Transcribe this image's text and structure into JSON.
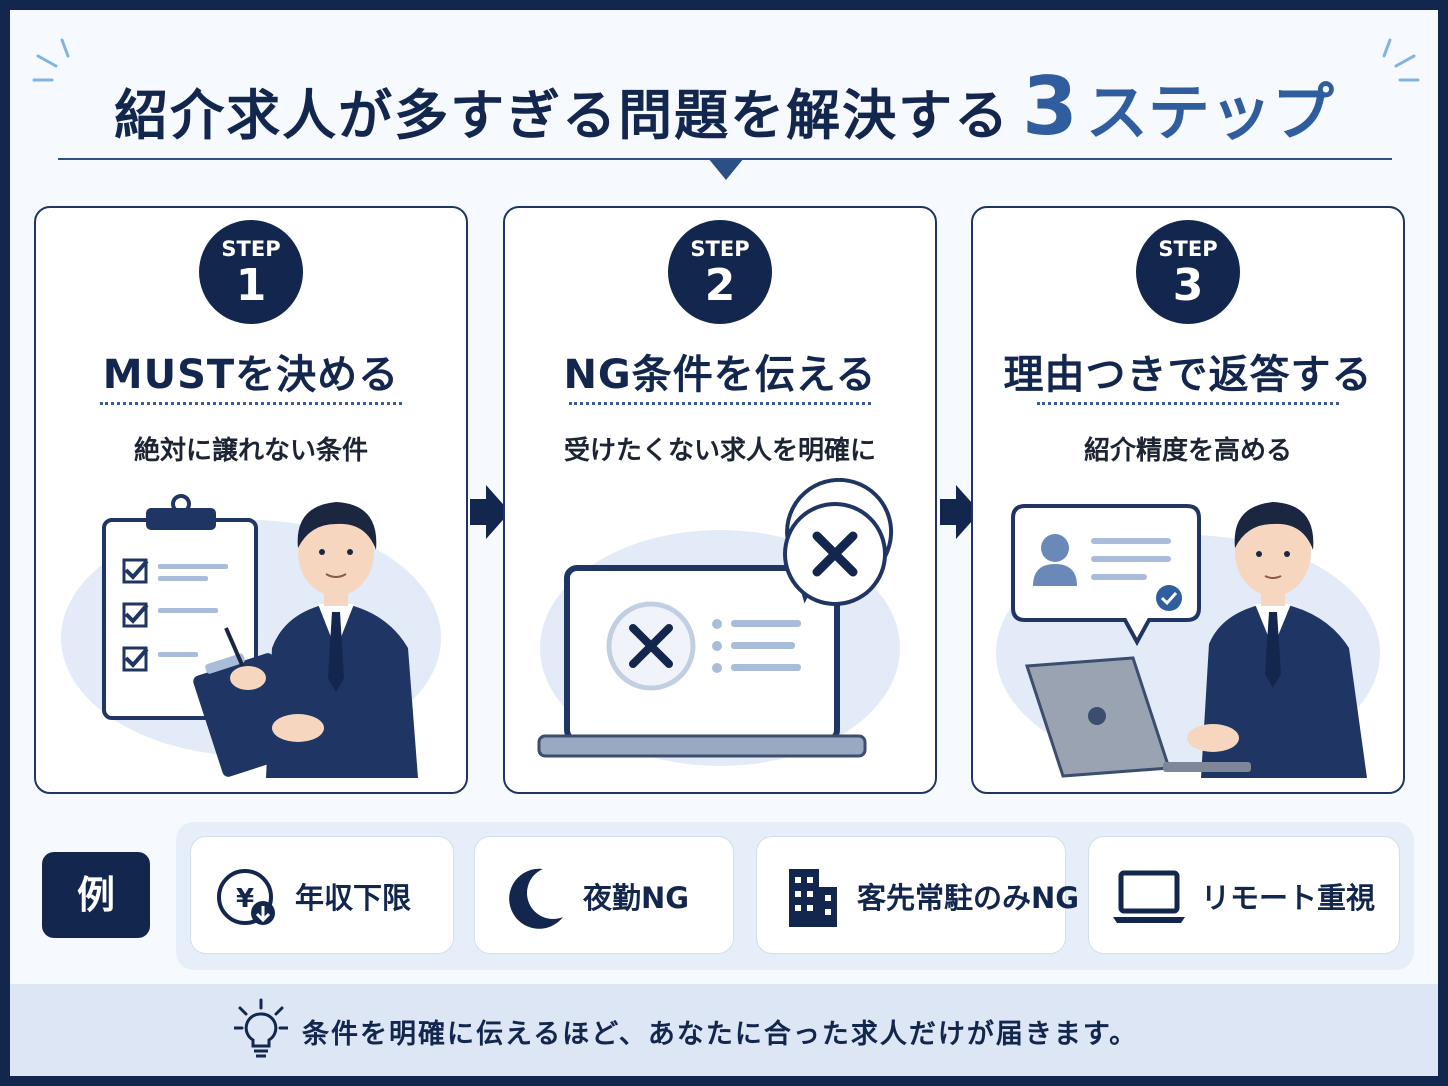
{
  "title": {
    "main": "紹介求人が多すぎる問題を解決する",
    "number": "3",
    "suffix": "ステップ"
  },
  "steps": [
    {
      "badge_label": "STEP",
      "badge_number": "1",
      "title": "MUSTを決める",
      "subtitle": "絶対に譲れない条件"
    },
    {
      "badge_label": "STEP",
      "badge_number": "2",
      "title": "NG条件を伝える",
      "subtitle": "受けたくない求人を明確に"
    },
    {
      "badge_label": "STEP",
      "badge_number": "3",
      "title": "理由つきで返答する",
      "subtitle": "紹介精度を高める"
    }
  ],
  "examples": {
    "label": "例",
    "items": [
      {
        "label": "年収下限",
        "icon": "yen-down-icon"
      },
      {
        "label": "夜勤NG",
        "icon": "moon-icon"
      },
      {
        "label": "客先常駐のみNG",
        "icon": "building-icon"
      },
      {
        "label": "リモート重視",
        "icon": "laptop-icon"
      }
    ]
  },
  "footer": {
    "text": "条件を明確に伝えるほど、あなたに合った求人だけが届きます。",
    "icon": "lightbulb-icon"
  },
  "colors": {
    "navy": "#13264d",
    "accent_blue": "#2f5d9e",
    "panel_blue": "#e6eef9",
    "illustration_bg": "#e3ebf8"
  }
}
